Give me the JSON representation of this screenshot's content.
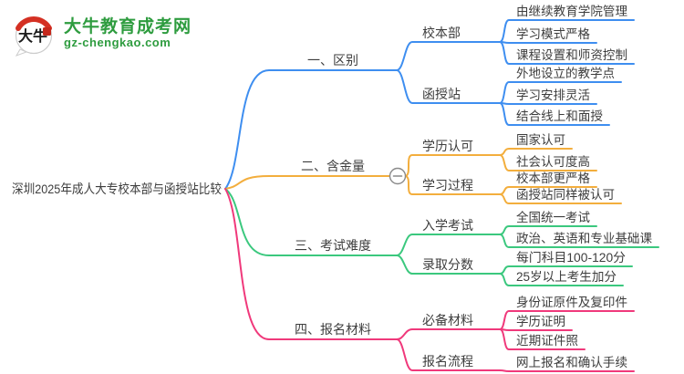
{
  "brand": {
    "site_name": "大牛教育成考网",
    "site_url": "gz-chengkao.com",
    "logo_text": "大牛",
    "brand_color": "#2e9c3f",
    "logo_accent_red": "#d43023"
  },
  "mindmap": {
    "text_color": "#3d3d3d",
    "collapse_button": {
      "symbol": "−",
      "color": "#8a8a8a"
    },
    "root": {
      "label": "深圳2025年成人大专校本部与函授站比较"
    },
    "branches": [
      {
        "label": "一、区别",
        "color": "#3e8ef0",
        "children": [
          {
            "label": "校本部",
            "children": [
              {
                "label": "由继续教育学院管理"
              },
              {
                "label": "学习模式严格"
              },
              {
                "label": "课程设置和师资控制"
              }
            ]
          },
          {
            "label": "函授站",
            "children": [
              {
                "label": "外地设立的教学点"
              },
              {
                "label": "学习安排灵活"
              },
              {
                "label": "结合线上和面授"
              }
            ]
          }
        ]
      },
      {
        "label": "二、含金量",
        "color": "#f3ae3d",
        "has_collapse_button": true,
        "children": [
          {
            "label": "学历认可",
            "children": [
              {
                "label": "国家认可"
              },
              {
                "label": "社会认可度高"
              }
            ]
          },
          {
            "label": "学习过程",
            "children": [
              {
                "label": "校本部更严格"
              },
              {
                "label": "函授站同样被认可"
              }
            ]
          }
        ]
      },
      {
        "label": "三、考试难度",
        "color": "#3bc87e",
        "children": [
          {
            "label": "入学考试",
            "children": [
              {
                "label": "全国统一考试"
              },
              {
                "label": "政治、英语和专业基础课"
              }
            ]
          },
          {
            "label": "录取分数",
            "children": [
              {
                "label": "每门科目100-120分"
              },
              {
                "label": "25岁以上考生加分"
              }
            ]
          }
        ]
      },
      {
        "label": "四、报名材料",
        "color": "#f0397b",
        "children": [
          {
            "label": "必备材料",
            "children": [
              {
                "label": "身份证原件及复印件"
              },
              {
                "label": "学历证明"
              },
              {
                "label": "近期证件照"
              }
            ]
          },
          {
            "label": "报名流程",
            "children": [
              {
                "label": "网上报名和确认手续"
              }
            ]
          }
        ]
      }
    ]
  }
}
